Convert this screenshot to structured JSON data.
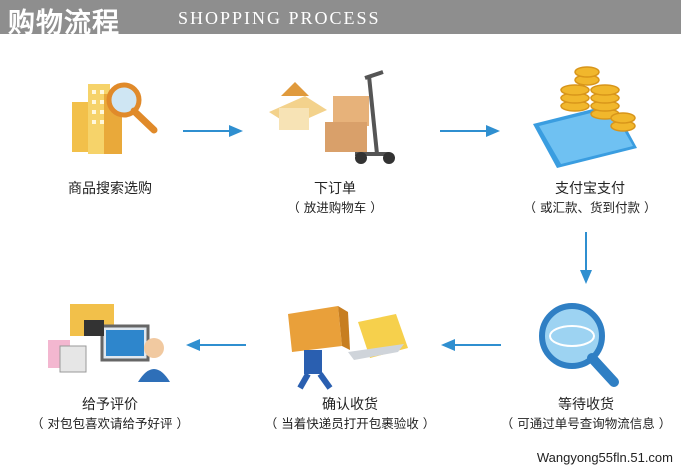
{
  "header": {
    "title_cn": "购物流程",
    "title_en": "SHOPPING PROCESS"
  },
  "steps": [
    {
      "label": "商品搜索选购",
      "sub": ""
    },
    {
      "label": "下订单",
      "sub": "（ 放进购物车 ）"
    },
    {
      "label": "支付宝支付",
      "sub": "（ 或汇款、货到付款 ）"
    },
    {
      "label": "等待收货",
      "sub": "（ 可通过单号查询物流信息 ）"
    },
    {
      "label": "确认收货",
      "sub": "（ 当着快递员打开包裹验收 ）"
    },
    {
      "label": "给予评价",
      "sub": "（ 对包包喜欢请给予好评 ）"
    }
  ],
  "watermark": "Wangyong55fln.51.com",
  "colors": {
    "header_bg": "#8e8e8e",
    "arrow": "#2f8fd0"
  }
}
